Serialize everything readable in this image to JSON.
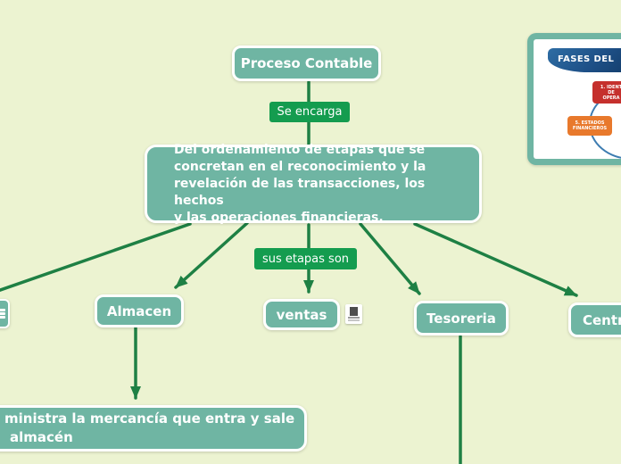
{
  "root": {
    "label": "Proceso Contable"
  },
  "edges": {
    "root_to_description": "Se encarga",
    "description_to_children": "sus etapas son"
  },
  "description": {
    "text": "Del ordenamiento de etapas que se\nconcretan en el reconocimiento y la\nrevelación de las transacciones, los hechos\ny las operaciones financieras."
  },
  "children": {
    "almacen": {
      "label": "Almacen"
    },
    "ventas": {
      "label": "ventas"
    },
    "tesoreria": {
      "label": "Tesoreria"
    },
    "centralizacion": {
      "label": "Centr"
    }
  },
  "notes": {
    "almacen_note": {
      "line1": "ministra la mercancía que entra y sale",
      "line2": "almacén"
    }
  },
  "attached_image": {
    "banner": "FASES DEL",
    "step1": {
      "line1": "1. IDENT",
      "line2": "DE",
      "line3": "OPERA"
    },
    "step5": {
      "line1": "5. ESTADOS",
      "line2": "FINANCIEROS"
    }
  },
  "icons": {
    "ventas_attachment": "image-attachment-icon"
  },
  "colors": {
    "background": "#ecf3d1",
    "node_fill": "#6fb5a3",
    "node_border": "#ffffff",
    "edge_label_fill": "#149c4f",
    "connector": "#1e8044",
    "banner_blue": "#1d4f86",
    "step1_red": "#c5302d",
    "step5_orange": "#e8792c",
    "arc_blue": "#3d7cb1"
  }
}
